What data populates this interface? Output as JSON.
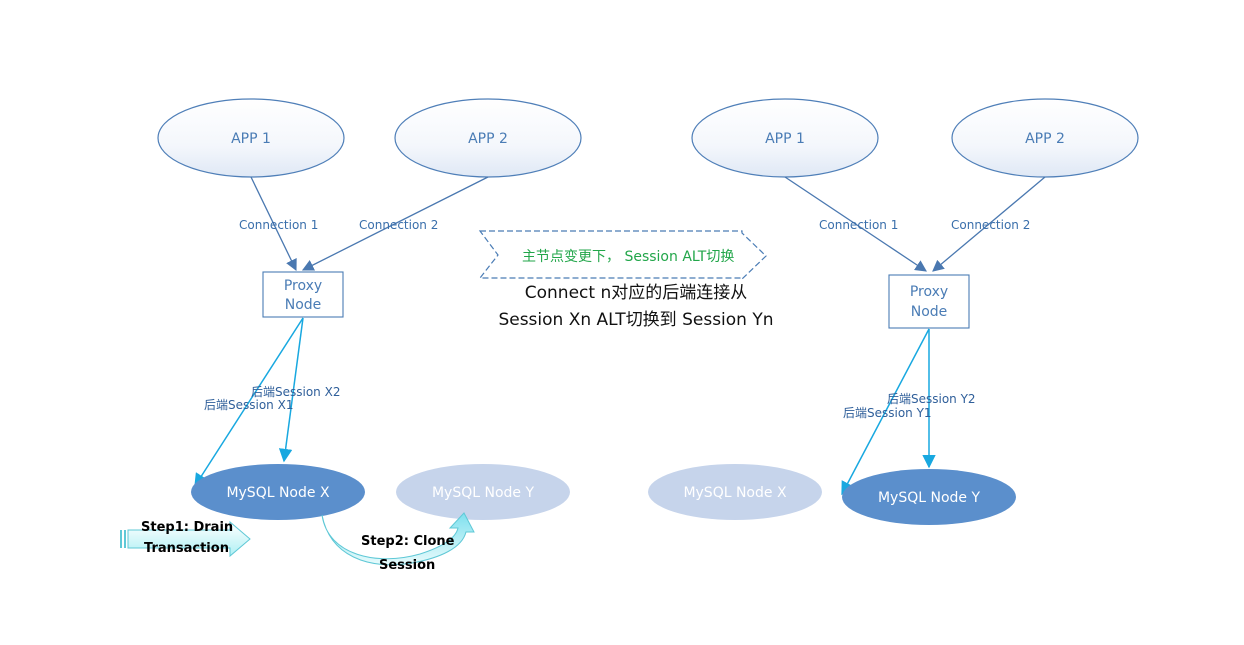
{
  "left": {
    "apps": [
      "APP 1",
      "APP 2"
    ],
    "connections": [
      "Connection  1",
      "Connection 2"
    ],
    "proxy": [
      "Proxy",
      "Node"
    ],
    "sessions": [
      "后端Session X2",
      "后端Session X1"
    ],
    "mysql_active": "MySQL Node X",
    "mysql_inactive": "MySQL Node Y",
    "step1": [
      "Step1: Drain",
      "Transaction"
    ],
    "step2": [
      "Step2: Clone",
      "Session"
    ]
  },
  "middle": {
    "arrow_text": "主节点变更下， Session ALT切换",
    "line1": "Connect n对应的后端连接从",
    "line2": "Session Xn ALT切换到 Session Yn"
  },
  "right": {
    "apps": [
      "APP 1",
      "APP 2"
    ],
    "connections": [
      "Connection  1",
      "Connection 2"
    ],
    "proxy": [
      "Proxy",
      "Node"
    ],
    "sessions": [
      "后端Session Y2",
      "后端Session Y1"
    ],
    "mysql_inactive": "MySQL Node X",
    "mysql_active": "MySQL Node Y"
  },
  "colors": {
    "active_node": "#5b8fcc",
    "inactive_node": "#c6d4eb",
    "connection_line": "#4a78b0",
    "session_line": "#18a8e0",
    "highlight_text": "#22a64a"
  }
}
